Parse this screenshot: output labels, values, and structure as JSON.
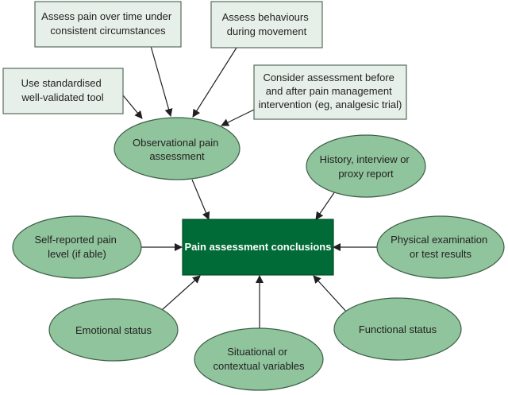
{
  "colors": {
    "box_fill": "#e6efe8",
    "box_stroke": "#556b5d",
    "ellipse_fill": "#8fc49c",
    "ellipse_stroke": "#3e5f47",
    "main_fill": "#006b36",
    "main_stroke": "#034d27",
    "arrow": "#231f20"
  },
  "boxes": {
    "consistent": [
      "Assess pain over time under",
      "consistent circumstances"
    ],
    "behaviours": [
      "Assess behaviours",
      "during movement"
    ],
    "standardised": [
      "Use standardised",
      "well-validated tool"
    ],
    "consider": [
      "Consider assessment before",
      "and after pain management",
      "intervention (eg, analgesic trial)"
    ]
  },
  "ellipses": {
    "observational": [
      "Observational pain",
      "assessment"
    ],
    "history": [
      "History, interview or",
      "proxy report"
    ],
    "self_reported": [
      "Self-reported pain",
      "level (if able)"
    ],
    "physical": [
      "Physical examination",
      "or test results"
    ],
    "emotional": [
      "Emotional status"
    ],
    "functional": [
      "Functional status"
    ],
    "situational": [
      "Situational or",
      "contextual variables"
    ]
  },
  "main": {
    "label": "Pain assessment conclusions"
  }
}
